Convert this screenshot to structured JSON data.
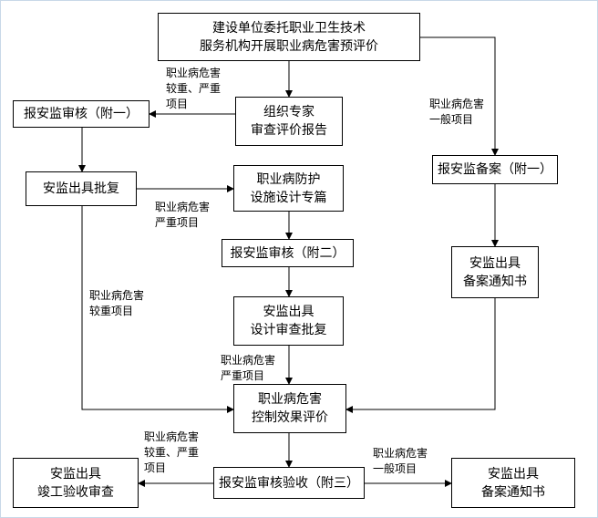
{
  "boxes": {
    "start": [
      "建设单位委托职业卫生技术",
      "服务机构开展职业病危害预评价"
    ],
    "report_review_1": [
      "报安监审核（附一）"
    ],
    "expert_review": [
      "组织专家",
      "审查评价报告"
    ],
    "approval_1": [
      "安监出具批复"
    ],
    "design_chapter": [
      "职业病防护",
      "设施设计专篇"
    ],
    "report_review_2": [
      "报安监审核（附二）"
    ],
    "design_approval": [
      "安监出具",
      "设计审查批复"
    ],
    "filing": [
      "报安监备案（附一）"
    ],
    "filing_notice_1": [
      "安监出具",
      "备案通知书"
    ],
    "control_eval": [
      "职业病危害",
      "控制效果评价"
    ],
    "acceptance_review": [
      "报安监审核验收（附三）"
    ],
    "completion_review": [
      "安监出具",
      "竣工验收审查"
    ],
    "filing_notice_2": [
      "安监出具",
      "备案通知书"
    ]
  },
  "labels": {
    "l1": [
      "职业病危害",
      "较重、严重",
      "项目"
    ],
    "l2": [
      "职业病危害",
      "一般项目"
    ],
    "l3": [
      "职业病危害",
      "严重项目"
    ],
    "l4": [
      "职业病危害",
      "较重项目"
    ],
    "l5": [
      "职业病危害",
      "严重项目"
    ],
    "l6": [
      "职业病危害",
      "较重、严重",
      "项目"
    ],
    "l7": [
      "职业病危害",
      "一般项目"
    ]
  },
  "colors": {
    "line": "#000000",
    "frame": "#c8d8e8"
  }
}
